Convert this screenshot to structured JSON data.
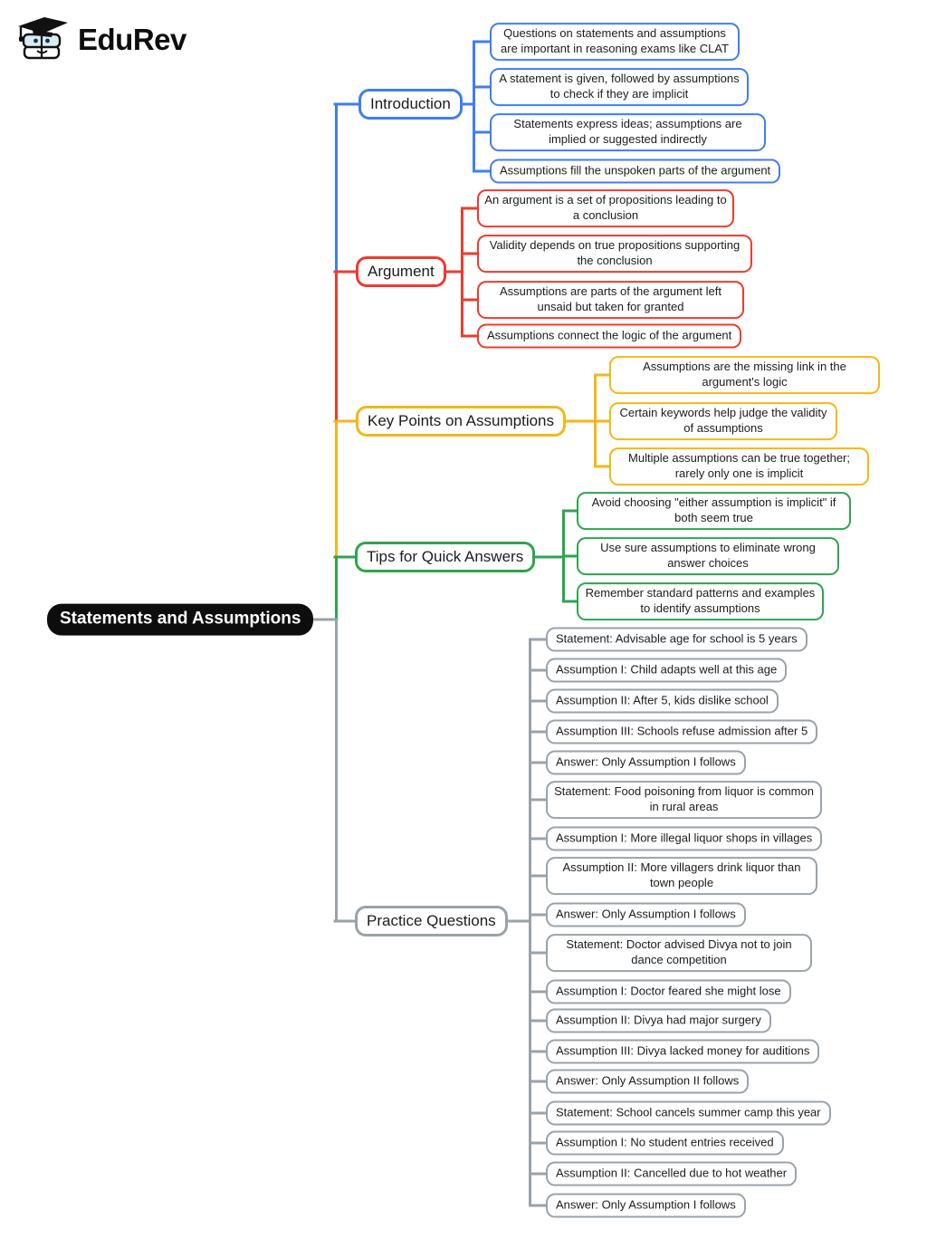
{
  "logo": {
    "brand": "EduRev"
  },
  "root": {
    "label": "Statements and Assumptions"
  },
  "colors": {
    "introduction": "#3f7df2",
    "argument": "#ee3b2d",
    "key_points": "#f5b719",
    "tips": "#2ea44f",
    "practice": "#9aa2aa",
    "root_bg": "#0d0d0d"
  },
  "branches": [
    {
      "label": "Introduction",
      "color": "#3f7df2",
      "children": [
        "Questions on statements and assumptions are important in reasoning exams like CLAT",
        "A statement is given, followed by assumptions to check if they are implicit",
        "Statements express ideas; assumptions are implied or suggested indirectly",
        "Assumptions fill the unspoken parts of the argument"
      ]
    },
    {
      "label": "Argument",
      "color": "#ee3b2d",
      "children": [
        "An argument is a set of propositions leading to a conclusion",
        "Validity depends on true propositions supporting the conclusion",
        "Assumptions are parts of the argument left unsaid but taken for granted",
        "Assumptions connect the logic of the argument"
      ]
    },
    {
      "label": "Key Points on Assumptions",
      "color": "#f5b719",
      "children": [
        "Assumptions are the missing link in the argument's logic",
        "Certain keywords help judge the validity of assumptions",
        "Multiple assumptions can be true together; rarely only one is implicit"
      ]
    },
    {
      "label": "Tips for Quick Answers",
      "color": "#2ea44f",
      "children": [
        "Avoid choosing \"either assumption is implicit\" if both seem true",
        "Use sure assumptions to eliminate wrong answer choices",
        "Remember standard patterns and examples to identify assumptions"
      ]
    },
    {
      "label": "Practice Questions",
      "color": "#9aa2aa",
      "children": [
        "Statement: Advisable age for school is 5 years",
        "Assumption I: Child adapts well at this age",
        "Assumption II: After 5, kids dislike school",
        "Assumption III: Schools refuse admission after 5",
        "Answer: Only Assumption I follows",
        "Statement: Food poisoning from liquor is common in rural areas",
        "Assumption I: More illegal liquor shops in villages",
        "Assumption II: More villagers drink liquor than town people",
        "Answer: Only Assumption I follows",
        "Statement: Doctor advised Divya not to join dance competition",
        "Assumption I: Doctor feared she might lose",
        "Assumption II: Divya had major surgery",
        "Assumption III: Divya lacked money for auditions",
        "Answer: Only Assumption II follows",
        "Statement: School cancels summer camp this year",
        "Assumption I: No student entries received",
        "Assumption II: Cancelled due to hot weather",
        "Answer: Only Assumption I follows"
      ]
    }
  ]
}
